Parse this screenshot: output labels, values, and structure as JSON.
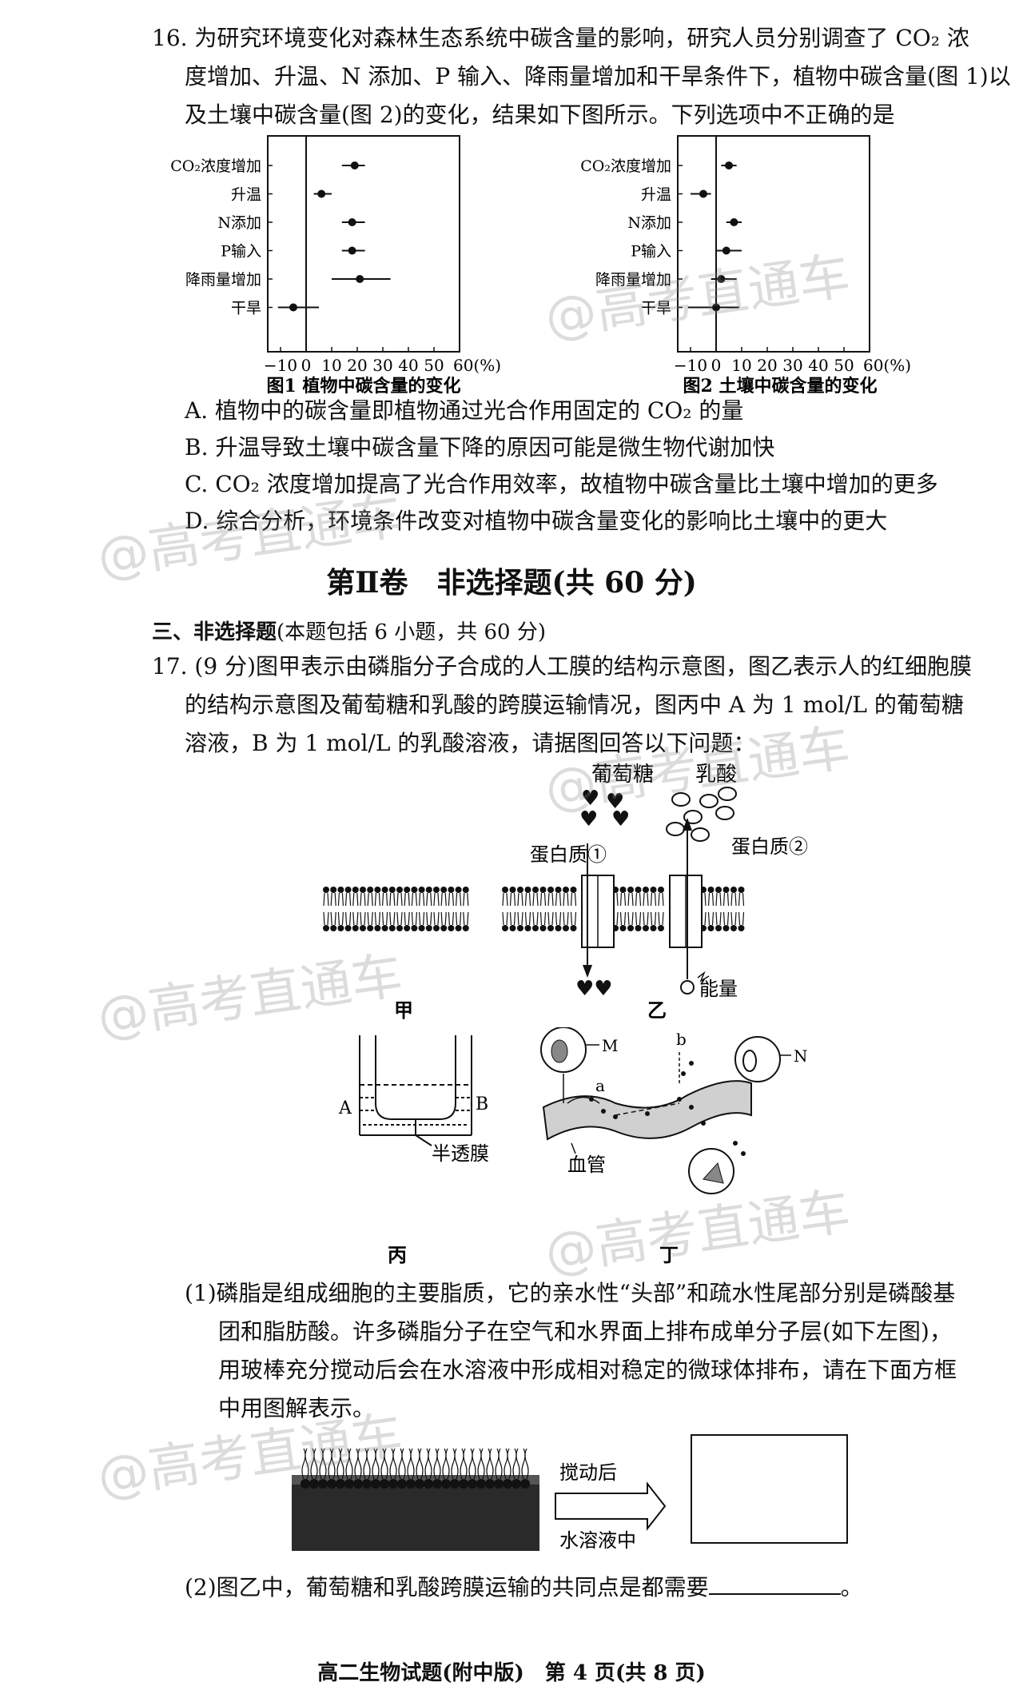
{
  "q16": {
    "line1": "16. 为研究环境变化对森林生态系统中碳含量的影响，研究人员分别调查了 CO₂ 浓",
    "line2": "度增加、升温、N 添加、P 输入、降雨量增加和干旱条件下，植物中碳含量(图 1)以",
    "line3": "及土壤中碳含量(图 2)的变化，结果如下图所示。下列选项中不正确的是",
    "options": {
      "A": "A. 植物中的碳含量即植物通过光合作用固定的 CO₂ 的量",
      "B": "B. 升温导致土壤中碳含量下降的原因可能是微生物代谢加快",
      "C": "C. CO₂ 浓度增加提高了光合作用效率，故植物中碳含量比土壤中增加的更多",
      "D": "D. 综合分析，环境条件改变对植物中碳含量变化的影响比土壤中的更大"
    }
  },
  "chart_data": [
    {
      "type": "scatter",
      "title": "图1 植物中碳含量的变化",
      "categories": [
        "CO₂浓度增加",
        "升温",
        "N添加",
        "P输入",
        "降雨量增加",
        "干旱"
      ],
      "values": [
        19,
        6,
        18,
        18,
        21,
        -5
      ],
      "error_low": [
        14,
        3,
        14,
        14,
        10,
        -11
      ],
      "error_high": [
        23,
        10,
        23,
        23,
        33,
        5
      ],
      "xticks": [
        -10,
        0,
        10,
        20,
        30,
        40,
        50,
        60
      ],
      "xtick_suffix": "(%)",
      "xlim": [
        -15,
        60
      ]
    },
    {
      "type": "scatter",
      "title": "图2 土壤中碳含量的变化",
      "categories": [
        "CO₂浓度增加",
        "升温",
        "N添加",
        "P输入",
        "降雨量增加",
        "干旱"
      ],
      "values": [
        5,
        -5,
        7,
        4,
        2,
        0
      ],
      "error_low": [
        2,
        -10,
        4,
        0,
        -2,
        -11
      ],
      "error_high": [
        8,
        -2,
        10,
        10,
        8,
        9
      ],
      "xticks": [
        -10,
        0,
        10,
        20,
        30,
        40,
        50,
        60
      ],
      "xtick_suffix": "(%)",
      "xlim": [
        -15,
        60
      ]
    }
  ],
  "section2": {
    "title": "第Ⅱ卷　非选择题(共 60 分)",
    "heading": "三、非选择题",
    "heading_note": "(本题包括 6 小题，共 60 分)"
  },
  "q17": {
    "line1": "17. (9 分)图甲表示由磷脂分子合成的人工膜的结构示意图，图乙表示人的红细胞膜",
    "line2": "的结构示意图及葡萄糖和乳酸的跨膜运输情况，图丙中 A 为 1 mol/L 的葡萄糖",
    "line3": "溶液，B 为 1 mol/L 的乳酸溶液，请据图回答以下问题：",
    "fig_labels": {
      "glucose": "葡萄糖",
      "lactic": "乳酸",
      "protein1": "蛋白质①",
      "protein2": "蛋白质②",
      "energy": "能量",
      "jia": "甲",
      "yi": "乙",
      "bing": "丙",
      "ding": "丁",
      "A": "A",
      "B": "B",
      "semi": "半透膜",
      "M": "M",
      "N": "N",
      "a": "a",
      "b": "b",
      "vessel": "血管",
      "stir1": "搅动后",
      "stir2": "水溶液中"
    },
    "p1_line1": "(1)磷脂是组成细胞的主要脂质，它的亲水性“头部”和疏水性尾部分别是磷酸基",
    "p1_line2": "团和脂肪酸。许多磷脂分子在空气和水界面上排布成单分子层(如下左图)，",
    "p1_line3": "用玻棒充分搅动后会在水溶液中形成相对稳定的微球体排布，请在下面方框",
    "p1_line4": "中用图解表示。",
    "p2_text": "(2)图乙中，葡萄糖和乳酸跨膜运输的共同点是都需要",
    "p2_end": "。"
  },
  "footer": "高二生物试题(附中版)　第 4 页(共 8 页)",
  "watermark": "@高考直通车"
}
